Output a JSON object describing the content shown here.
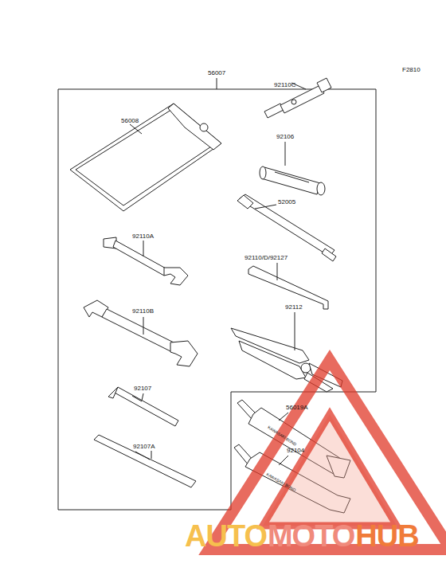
{
  "diagram": {
    "labels": [
      "F2810",
      "56007",
      "56008",
      "92110C",
      "92106",
      "52005",
      "92110A",
      "92110/D/92127",
      "92110B",
      "92112",
      "92107",
      "56019A",
      "92107A",
      "92104",
      "KAWASAKI BOND",
      "KAWASAKI BOND",
      "AUTO",
      "MOTO",
      "HUB"
    ]
  }
}
